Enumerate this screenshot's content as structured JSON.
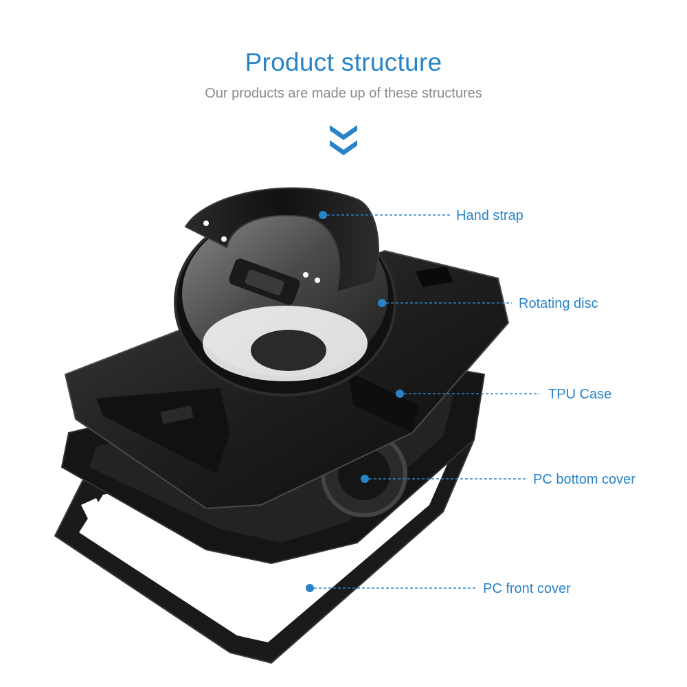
{
  "header": {
    "title": "Product structure",
    "subtitle": "Our products are made up of these structures",
    "arrow_icon": "double-chevron-down-icon"
  },
  "parts": [
    {
      "name": "hand-strap",
      "label": "Hand strap"
    },
    {
      "name": "rotating-disc",
      "label": "Rotating disc"
    },
    {
      "name": "tpu-case",
      "label": "TPU Case"
    },
    {
      "name": "pc-bottom-cover",
      "label": "PC bottom cover"
    },
    {
      "name": "pc-front-cover",
      "label": "PC front cover"
    }
  ],
  "colors": {
    "accent": "#2784c8",
    "subtitle": "#8a8a8a",
    "product": "#1b1b1b"
  }
}
